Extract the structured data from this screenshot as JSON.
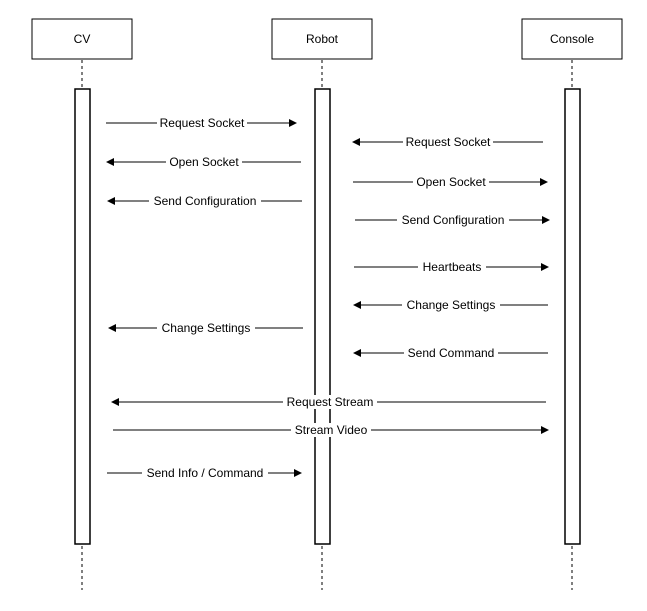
{
  "actors": {
    "cv": {
      "label": "CV"
    },
    "robot": {
      "label": "Robot"
    },
    "console": {
      "label": "Console"
    }
  },
  "messages": [
    {
      "label": "Request Socket",
      "from": "CV",
      "to": "Robot"
    },
    {
      "label": "Request Socket",
      "from": "Console",
      "to": "Robot"
    },
    {
      "label": "Open Socket",
      "from": "Robot",
      "to": "CV"
    },
    {
      "label": "Open Socket",
      "from": "Robot",
      "to": "Console"
    },
    {
      "label": "Send Configuration",
      "from": "Robot",
      "to": "CV"
    },
    {
      "label": "Send Configuration",
      "from": "Robot",
      "to": "Console"
    },
    {
      "label": "Heartbeats",
      "from": "Robot",
      "to": "Console"
    },
    {
      "label": "Change Settings",
      "from": "Console",
      "to": "Robot"
    },
    {
      "label": "Change Settings",
      "from": "Robot",
      "to": "CV"
    },
    {
      "label": "Send Command",
      "from": "Console",
      "to": "Robot"
    },
    {
      "label": "Request Stream",
      "from": "Console",
      "to": "CV"
    },
    {
      "label": "Stream Video",
      "from": "CV",
      "to": "Console"
    },
    {
      "label": "Send Info / Command",
      "from": "CV",
      "to": "Robot"
    }
  ]
}
